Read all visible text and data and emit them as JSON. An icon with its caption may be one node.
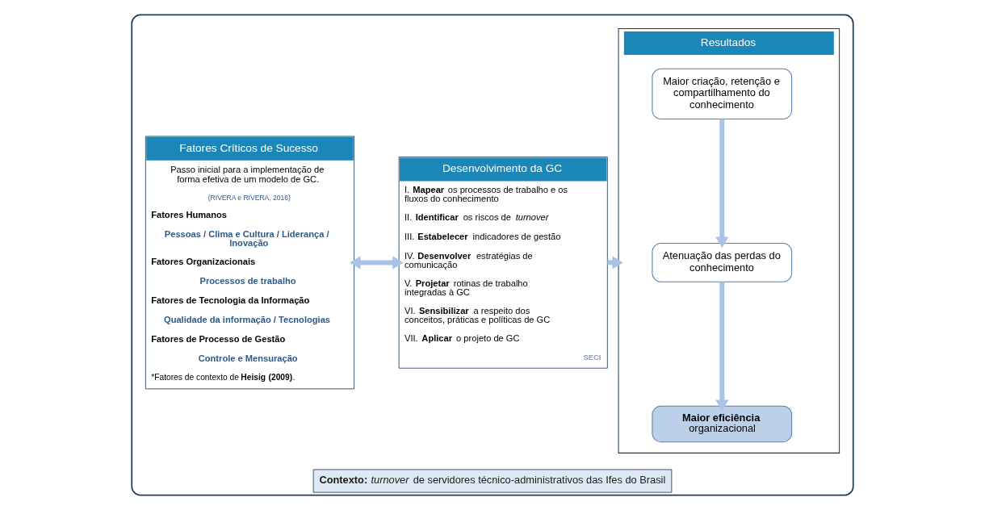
{
  "diagram": {
    "nodes": [
      {
        "text": [
          "**Contexto:** *turnover* de servidores técnico-administrativos das Ifes do Brasil"
        ]
      },
      {
        "text": [
          "Fatores Críticos de Sucesso",
          "Passo inicial para a implementação de forma efetiva de um modelo de GC.",
          "(RIVERA e RIVERA, 2016)",
          "Fatores Humanos",
          "Pessoas / Clima e Cultura / Liderança / Inovação",
          "Fatores Organizacionais",
          "Processos de trabalho",
          "Fatores de Tecnologia da Informação",
          "Qualidade da informação / Tecnologias",
          "Fatores de Processo de Gestão",
          "Controle e Mensuração",
          "*Fatores de contexto de **Heisig (2009)**."
        ],
        "in": 0
      },
      {
        "text": [
          "Desenvolvimento da GC",
          "I. **Mapear** os processos de trabalho e os fluxos do conhecimento",
          "II. **Identificar** os riscos de *turnover*",
          "III. **Estabelecer** indicadores de gestão",
          "IV. **Desenvolver** estratégias de comunicação",
          "V. **Projetar** rotinas de trabalho integradas à GC",
          "VI. **Sensibilizar** a respeito dos conceitos, práticas e políticas de GC",
          "VII. **Aplicar** o projeto de GC",
          "SECI"
        ],
        "in": 0
      },
      {
        "text": [
          "Resultados"
        ],
        "in": 0
      },
      {
        "text": [
          "Maior criação, retenção e compartilhamento do conhecimento"
        ],
        "in": 3
      },
      {
        "text": [
          "Atenuação das perdas do conhecimento"
        ],
        "in": 3
      },
      {
        "text": [
          "Maior eficiência",
          "organizacional"
        ],
        "in": 3
      }
    ],
    "edges": [
      {
        "from": 1,
        "to": 2,
        "arrow": "both"
      },
      {
        "from": 2,
        "to": 3,
        "arrow": "to"
      },
      {
        "from": 4,
        "to": 5,
        "arrow": "to"
      },
      {
        "from": 5,
        "to": 6,
        "arrow": "to"
      }
    ]
  }
}
